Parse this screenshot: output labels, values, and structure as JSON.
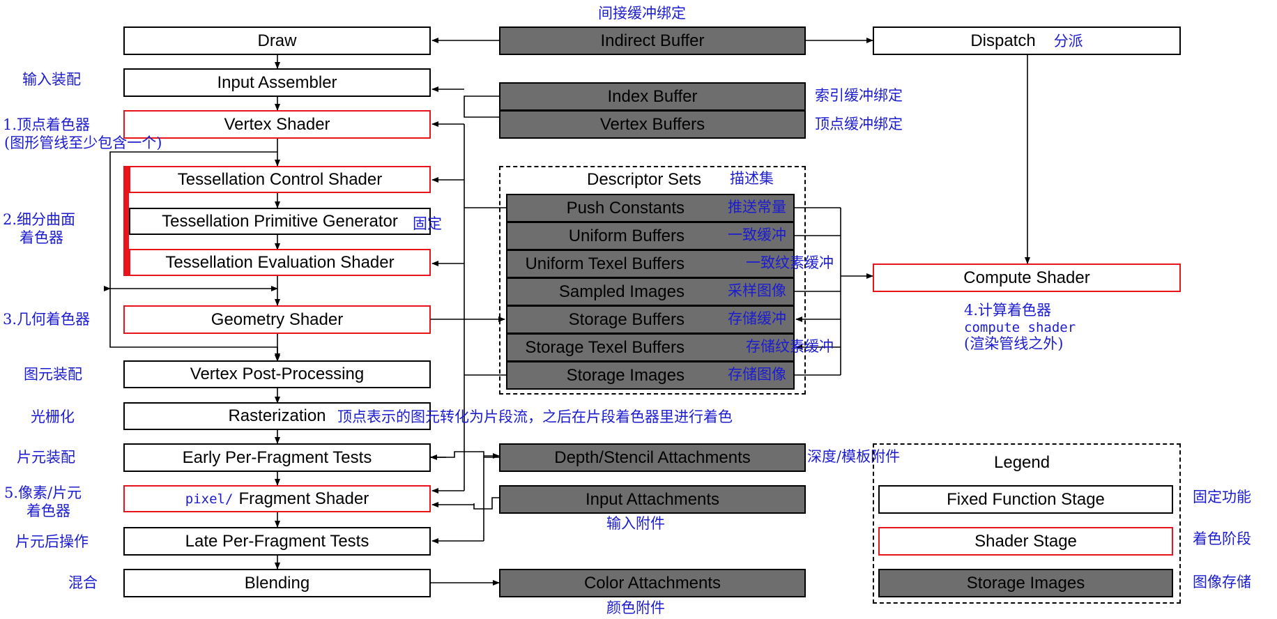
{
  "pipeline": {
    "draw": "Draw",
    "input_assembler": "Input Assembler",
    "vertex_shader": "Vertex Shader",
    "tess_control": "Tessellation Control Shader",
    "tess_primitive": "Tessellation Primitive Generator",
    "tess_eval": "Tessellation Evaluation Shader",
    "geometry": "Geometry Shader",
    "vertex_post": "Vertex Post-Processing",
    "rasterization": "Rasterization",
    "early_tests": "Early Per-Fragment Tests",
    "fragment_prefix": "pixel/",
    "fragment": "Fragment Shader",
    "late_tests": "Late Per-Fragment Tests",
    "blending": "Blending"
  },
  "buffers": {
    "indirect": "Indirect Buffer",
    "index": "Index Buffer",
    "vertex": "Vertex Buffers",
    "depth_stencil": "Depth/Stencil Attachments",
    "input_attachments": "Input Attachments",
    "color_attachments": "Color Attachments"
  },
  "descriptor_sets": {
    "title": "Descriptor Sets",
    "title_cn": "描述集",
    "items": [
      {
        "label": "Push Constants",
        "cn": "推送常量"
      },
      {
        "label": "Uniform Buffers",
        "cn": "一致缓冲"
      },
      {
        "label": "Uniform Texel Buffers",
        "cn": "一致纹素缓冲"
      },
      {
        "label": "Sampled Images",
        "cn": "采样图像"
      },
      {
        "label": "Storage Buffers",
        "cn": "存储缓冲"
      },
      {
        "label": "Storage Texel Buffers",
        "cn": "存储纹素缓冲"
      },
      {
        "label": "Storage Images",
        "cn": "存储图像"
      }
    ]
  },
  "compute": {
    "dispatch": "Dispatch",
    "dispatch_cn": "分派",
    "shader": "Compute Shader",
    "cn_line1": "4.计算着色器",
    "cn_line2": "compute shader",
    "cn_line3": "(渲染管线之外)"
  },
  "legend": {
    "title": "Legend",
    "fixed": "Fixed Function Stage",
    "fixed_cn": "固定功能",
    "shader": "Shader Stage",
    "shader_cn": "着色阶段",
    "storage": "Storage Images",
    "storage_cn": "图像存储"
  },
  "annotations": {
    "indirect_cn": "间接缓冲绑定",
    "input_assembler_cn": "输入装配",
    "vertex_shader_cn_1": "1.顶点着色器",
    "vertex_shader_cn_2": "(图形管线至少包含一个)",
    "index_cn": "索引缓冲绑定",
    "vertex_buffers_cn": "顶点缓冲绑定",
    "tess_cn_1": "2.细分曲面",
    "tess_cn_2": "着色器",
    "fixed_cn": "固定",
    "geometry_cn": "3.几何着色器",
    "vertex_post_cn": "图元装配",
    "raster_cn": "光栅化",
    "raster_note_cn": "顶点表示的图元转化为片段流，之后在片段着色器里进行着色",
    "early_cn": "片元装配",
    "depth_cn": "深度/模板附件",
    "fragment_cn_1": "5.像素/片元",
    "fragment_cn_2": "着色器",
    "input_att_cn": "输入附件",
    "late_cn": "片元后操作",
    "blending_cn": "混合",
    "color_att_cn": "颜色附件"
  },
  "colors": {
    "shader_border": "#e8141c",
    "storage_fill": "#6e6e6e",
    "annotation_text": "#1c1ccf"
  }
}
